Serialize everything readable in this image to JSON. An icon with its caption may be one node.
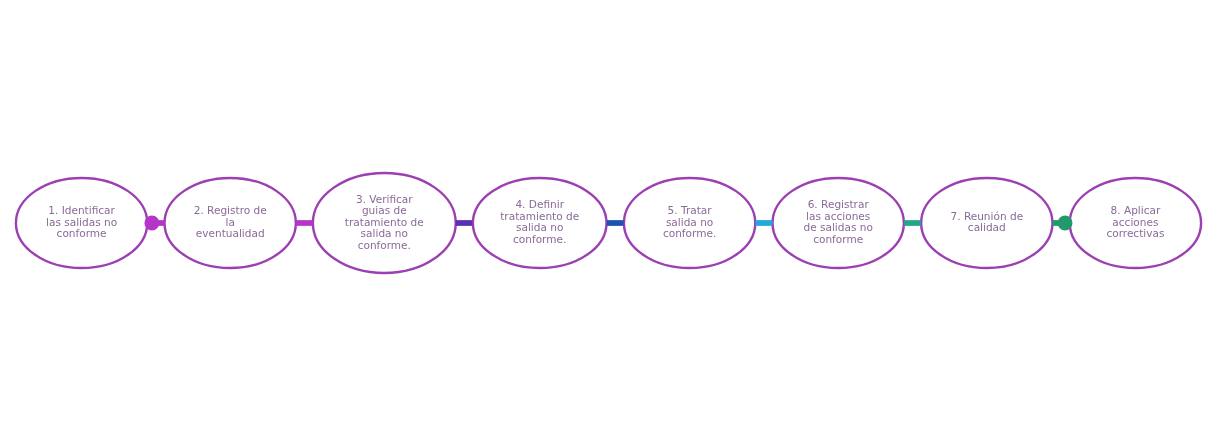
{
  "diagram": {
    "nodes": [
      {
        "text": [
          "1. Identificar las salidas no conforme"
        ]
      },
      {
        "text": [
          "2. Registro de la eventualidad"
        ]
      },
      {
        "text": [
          "3. Verificar guias de tratamiento de salida no conforme."
        ]
      },
      {
        "text": [
          "4. Definir tratamiento de salida no conforme."
        ]
      },
      {
        "text": [
          "5. Tratar salida no conforme."
        ]
      },
      {
        "text": [
          "6. Registrar las acciones de salidas no conforme"
        ]
      },
      {
        "text": [
          "7. Reunión de calidad"
        ]
      },
      {
        "text": [
          "8. Aplicar acciones correctivas"
        ]
      }
    ],
    "edges": [
      {
        "from": 0,
        "to": 1,
        "arrow": "other",
        "color": "#b535c9"
      },
      {
        "from": 1,
        "to": 2,
        "arrow": "none",
        "color": "#b535c9"
      },
      {
        "from": 2,
        "to": 3,
        "arrow": "none",
        "color": "#5a2fb5"
      },
      {
        "from": 3,
        "to": 4,
        "arrow": "none",
        "color": "#1f52b0"
      },
      {
        "from": 4,
        "to": 5,
        "arrow": "none",
        "color": "#22a8dc"
      },
      {
        "from": 5,
        "to": 6,
        "arrow": "none",
        "color": "#25a38c"
      },
      {
        "from": 6,
        "to": 7,
        "arrow": "other",
        "color": "#22996b"
      }
    ]
  }
}
